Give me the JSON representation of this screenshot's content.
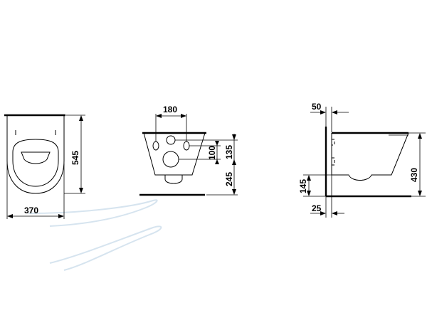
{
  "dimensions": {
    "front_width": "370",
    "front_height": "545",
    "fixing_spacing": "180",
    "fixing_height": "100",
    "inlet_height": "135",
    "outlet_height": "245",
    "side_top_offset": "50",
    "side_height": "430",
    "side_outlet_height": "145",
    "side_wall_gap": "25"
  },
  "colors": {
    "line": "#000000",
    "watermark": "#d6e4ef",
    "background": "#ffffff"
  }
}
